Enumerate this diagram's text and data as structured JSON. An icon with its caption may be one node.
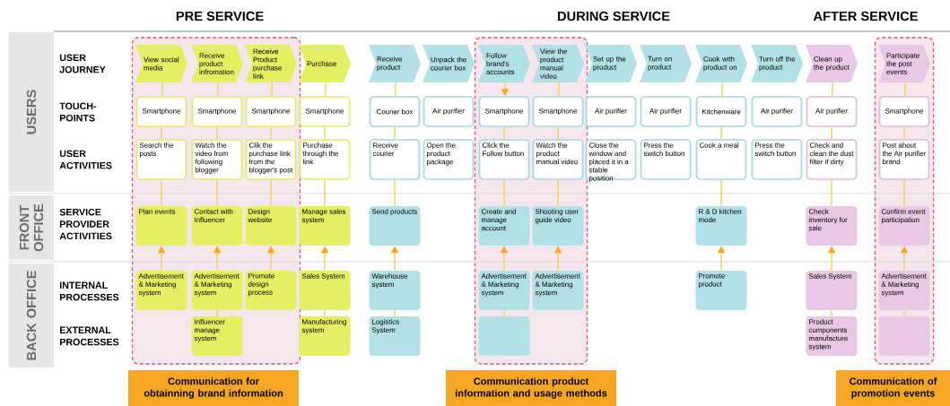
{
  "diagram": {
    "nodes": [
      {
        "text": [
          "USERS"
        ]
      },
      {
        "text": [
          "FRONT OFFICE"
        ]
      },
      {
        "text": [
          "BACK OFFICE"
        ]
      },
      {
        "text": [],
        "shape": "box"
      },
      {
        "text": [],
        "shape": "box"
      },
      {
        "text": [],
        "shape": "box"
      },
      {
        "text": [
          "View social media"
        ],
        "in": 3
      },
      {
        "text": [
          "Receive product infromation"
        ],
        "in": 3
      },
      {
        "text": [
          "Receive Product purchase link"
        ],
        "in": 3
      },
      {
        "text": [
          "Purchase"
        ]
      },
      {
        "text": [
          "Receive product"
        ]
      },
      {
        "text": [
          "Unpack the courier box"
        ]
      },
      {
        "text": [
          "Follow brand's accounts"
        ],
        "in": 4
      },
      {
        "text": [
          "View the product manual video"
        ],
        "in": 4
      },
      {
        "text": [
          "Set up the product"
        ]
      },
      {
        "text": [
          "Turn on product"
        ]
      },
      {
        "text": [
          "Cook with product on"
        ]
      },
      {
        "text": [
          "Turn off the product"
        ]
      },
      {
        "text": [
          "Clean up the product"
        ]
      },
      {
        "text": [
          "Participate the post events"
        ],
        "in": 5
      },
      {
        "text": [
          "Smartphone"
        ],
        "in": 3
      },
      {
        "text": [
          "Smartphone"
        ],
        "in": 3
      },
      {
        "text": [
          "Smartphone"
        ],
        "in": 3
      },
      {
        "text": [
          "Smartphone"
        ]
      },
      {
        "text": [
          "Courier box"
        ]
      },
      {
        "text": [
          "Air purifier"
        ]
      },
      {
        "text": [
          "Smartphone"
        ],
        "in": 4
      },
      {
        "text": [
          "Smartphone"
        ],
        "in": 4
      },
      {
        "text": [
          "Air purifier"
        ]
      },
      {
        "text": [
          "Air purifier"
        ]
      },
      {
        "text": [
          "Kitchenware"
        ]
      },
      {
        "text": [
          "Air purifier"
        ]
      },
      {
        "text": [
          "Air purifier"
        ]
      },
      {
        "text": [
          "Smartphone"
        ],
        "in": 5
      },
      {
        "text": [
          "Search the posts"
        ],
        "in": 3
      },
      {
        "text": [
          "Watch the video from following blogger"
        ],
        "in": 3
      },
      {
        "text": [
          "Clik the purchase link from the blogger's post"
        ],
        "in": 3
      },
      {
        "text": [
          "Purchase through the link"
        ]
      },
      {
        "text": [
          "Receive courier"
        ]
      },
      {
        "text": [
          "Open the product package"
        ]
      },
      {
        "text": [
          "Click the Follow button"
        ],
        "in": 4
      },
      {
        "text": [
          "Watch the product manual video"
        ],
        "in": 4
      },
      {
        "text": [
          "Close the window and placed it in a stable position"
        ]
      },
      {
        "text": [
          "Press the switch button"
        ]
      },
      {
        "text": [
          "Cook a meal"
        ]
      },
      {
        "text": [
          "Press the switch button"
        ]
      },
      {
        "text": [
          "Check and clean the dust filter if dirty"
        ]
      },
      {
        "text": [
          "Post about the Air purifier brand"
        ],
        "in": 5
      },
      {
        "text": [
          "Plan events"
        ],
        "in": 3
      },
      {
        "text": [
          "Contact with Influencer"
        ],
        "in": 3
      },
      {
        "text": [
          "Design website"
        ],
        "in": 3
      },
      {
        "text": [
          "Manage sales system"
        ]
      },
      {
        "text": [
          "Send products"
        ]
      },
      {
        "text": [
          "Create and manage account"
        ],
        "in": 4
      },
      {
        "text": [
          "Shooting user guide video"
        ],
        "in": 4
      },
      {
        "text": [
          "R & D kitchen mode"
        ]
      },
      {
        "text": [
          "Check inventory for sale"
        ]
      },
      {
        "text": [
          "Confirm event participation"
        ],
        "in": 5
      },
      {
        "text": [
          "Advertisement & Marketing system"
        ],
        "in": 3
      },
      {
        "text": [
          "Advertisement & Marketing system"
        ],
        "in": 3
      },
      {
        "text": [
          "Promote design process"
        ],
        "in": 3
      },
      {
        "text": [
          "Sales System"
        ]
      },
      {
        "text": [
          "Warehouse system"
        ]
      },
      {
        "text": [
          "Advertisement & Marketing system"
        ],
        "in": 4
      },
      {
        "text": [
          "Advertisement & Marketing system"
        ],
        "in": 4
      },
      {
        "text": [
          "Promote product"
        ]
      },
      {
        "text": [
          "Sales System"
        ]
      },
      {
        "text": [
          "Advertisement & Marketing system"
        ],
        "in": 5
      },
      {
        "text": [
          "Influencer manage system"
        ],
        "in": 3
      },
      {
        "text": [
          "Manufacturing system"
        ]
      },
      {
        "text": [
          "Logistics System"
        ]
      },
      {
        "text": [],
        "shape": "box",
        "in": 4
      },
      {
        "text": [
          "Product components manufacture system"
        ]
      },
      {
        "text": [],
        "shape": "box",
        "in": 5
      },
      {
        "text": [
          "Communication for obtainning brand information"
        ]
      },
      {
        "text": [
          "Communication product information and usage methods"
        ]
      },
      {
        "text": [
          "Communication of promotion events"
        ]
      }
    ],
    "edges": [
      {
        "from": 6,
        "to": 20,
        "arrow": "none"
      },
      {
        "from": 20,
        "to": 34,
        "arrow": "none"
      },
      {
        "from": 34,
        "to": 48,
        "arrow": "none"
      },
      {
        "from": 58,
        "to": 48,
        "arrow": "to"
      },
      {
        "from": 7,
        "to": 21,
        "arrow": "none"
      },
      {
        "from": 21,
        "to": 35,
        "arrow": "none"
      },
      {
        "from": 35,
        "to": 49,
        "arrow": "none"
      },
      {
        "from": 59,
        "to": 49,
        "arrow": "to"
      },
      {
        "from": 59,
        "to": 68,
        "arrow": "none"
      },
      {
        "from": 8,
        "to": 22,
        "arrow": "none"
      },
      {
        "from": 22,
        "to": 36,
        "arrow": "none"
      },
      {
        "from": 36,
        "to": 50,
        "arrow": "none"
      },
      {
        "from": 60,
        "to": 50,
        "arrow": "to"
      },
      {
        "from": 9,
        "to": 23,
        "arrow": "none"
      },
      {
        "from": 23,
        "to": 37,
        "arrow": "none"
      },
      {
        "from": 37,
        "to": 51,
        "arrow": "none"
      },
      {
        "from": 61,
        "to": 51,
        "arrow": "to"
      },
      {
        "from": 61,
        "to": 69,
        "arrow": "none"
      },
      {
        "from": 10,
        "to": 24,
        "arrow": "none"
      },
      {
        "from": 24,
        "to": 38,
        "arrow": "none"
      },
      {
        "from": 38,
        "to": 52,
        "arrow": "none"
      },
      {
        "from": 62,
        "to": 52,
        "arrow": "to"
      },
      {
        "from": 62,
        "to": 70,
        "arrow": "none"
      },
      {
        "from": 12,
        "to": 26,
        "arrow": "to"
      },
      {
        "from": 26,
        "to": 40,
        "arrow": "none"
      },
      {
        "from": 40,
        "to": 53,
        "arrow": "none"
      },
      {
        "from": 63,
        "to": 53,
        "arrow": "to"
      },
      {
        "from": 63,
        "to": 71,
        "arrow": "none"
      },
      {
        "from": 13,
        "to": 27,
        "arrow": "none"
      },
      {
        "from": 27,
        "to": 41,
        "arrow": "none"
      },
      {
        "from": 41,
        "to": 54,
        "arrow": "none"
      },
      {
        "from": 64,
        "to": 54,
        "arrow": "to"
      },
      {
        "from": 16,
        "to": 30,
        "arrow": "none"
      },
      {
        "from": 30,
        "to": 44,
        "arrow": "none"
      },
      {
        "from": 44,
        "to": 55,
        "arrow": "none"
      },
      {
        "from": 65,
        "to": 55,
        "arrow": "to"
      },
      {
        "from": 18,
        "to": 32,
        "arrow": "none"
      },
      {
        "from": 32,
        "to": 46,
        "arrow": "none"
      },
      {
        "from": 46,
        "to": 56,
        "arrow": "none"
      },
      {
        "from": 66,
        "to": 56,
        "arrow": "to"
      },
      {
        "from": 66,
        "to": 72,
        "arrow": "none"
      },
      {
        "from": 19,
        "to": 33,
        "arrow": "none"
      },
      {
        "from": 33,
        "to": 47,
        "arrow": "none"
      },
      {
        "from": 47,
        "to": 57,
        "arrow": "none"
      },
      {
        "from": 67,
        "to": 57,
        "arrow": "to"
      },
      {
        "from": 67,
        "to": 73,
        "arrow": "none"
      }
    ],
    "labels": [
      "PRE SERVICE",
      "DURING SERVICE",
      "AFTER SERVICE",
      "USER JOURNEY",
      "TOUCH-POINTS",
      "USER ACTIVITIES",
      "SERVICE PROVIDER ACTIVITIES",
      "INTERNAL PROCESSES",
      "EXTERNAL PROCESSES"
    ]
  }
}
